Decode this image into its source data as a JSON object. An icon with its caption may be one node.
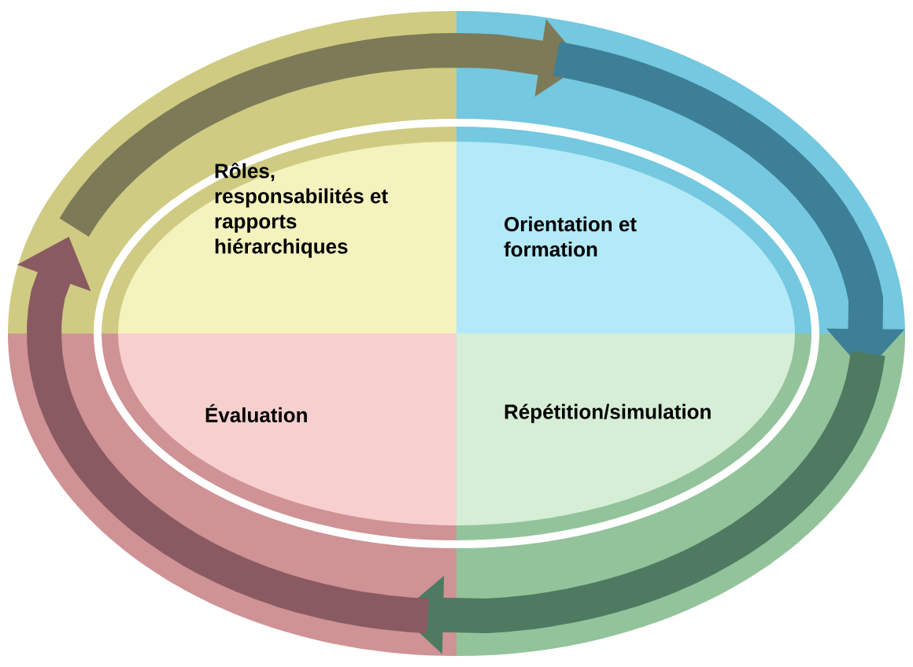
{
  "diagram": {
    "nodes": [
      {
        "text": [
          "Rôles, responsabilités et rapports hiérarchiques"
        ]
      },
      {
        "text": [
          "Orientation et formation"
        ]
      },
      {
        "text": [
          "Évaluation"
        ]
      },
      {
        "text": [
          "Répétition/simulation"
        ]
      }
    ],
    "edges": [
      {
        "from": 0,
        "to": 1,
        "arrow": "to",
        "color": "#7d7a58"
      },
      {
        "from": 1,
        "to": 3,
        "arrow": "to",
        "color": "#3d7f96"
      },
      {
        "from": 3,
        "to": 2,
        "arrow": "to",
        "color": "#4d7a60"
      },
      {
        "from": 2,
        "to": 0,
        "arrow": "to",
        "color": "#8a5a62"
      }
    ]
  }
}
